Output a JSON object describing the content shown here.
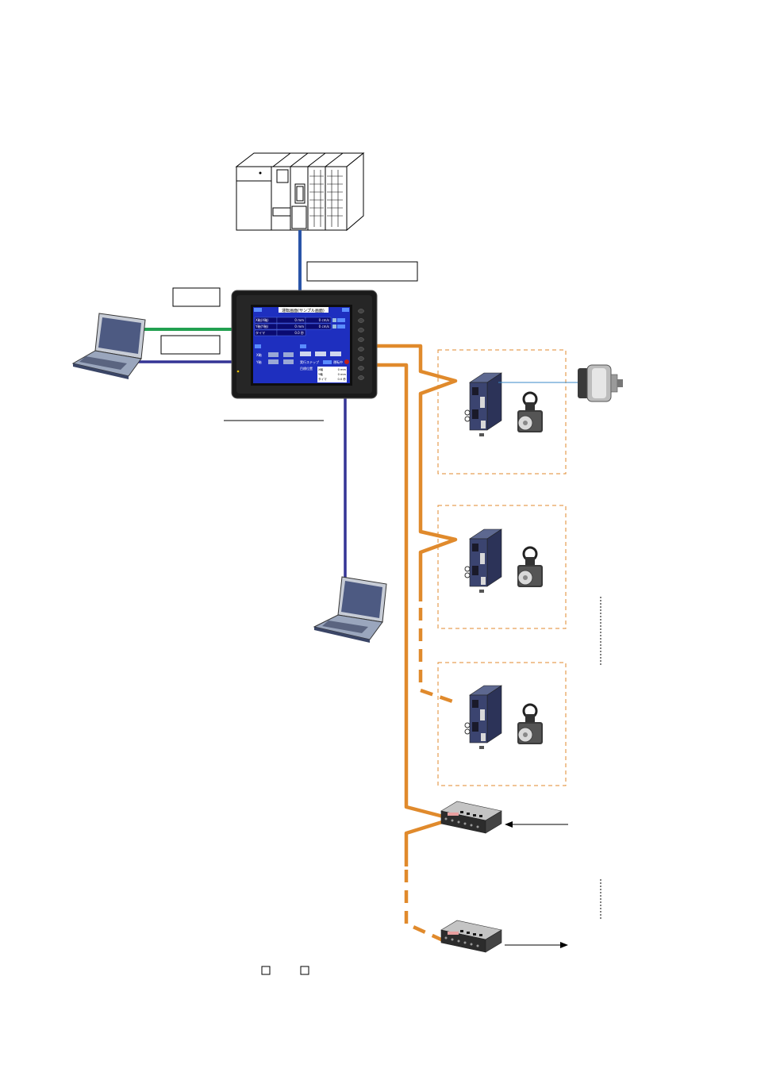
{
  "hmi_screen": {
    "title": "運転画面(サンプル画面)",
    "rows": [
      {
        "label": "X軸(X軸)",
        "pos": "0 mm",
        "speed": "0 cm/s"
      },
      {
        "label": "Y軸(Y軸)",
        "pos": "0 mm",
        "speed": "0 cm/s"
      },
      {
        "label": "タイマ",
        "pos": "0.0 秒",
        "speed": ""
      }
    ],
    "axis_x": "X軸",
    "axis_y": "Y軸",
    "step_label": "実行ステップ",
    "status": "運転中",
    "target_label": "目標位置",
    "target_rows": [
      {
        "label": "X軸",
        "value": "0 mm"
      },
      {
        "label": "Y軸",
        "value": "0 mm"
      },
      {
        "label": "タイマ",
        "value": "0.0 秒"
      }
    ]
  },
  "colors": {
    "ethernet": "#2a55a8",
    "usb": "#22a050",
    "serial": "#353595",
    "field_bus": "#e08a2c",
    "screen_bg": "#1e2fbf"
  },
  "icons": [
    "plc-icon",
    "laptop-icon",
    "hmi-panel-icon",
    "servo-amplifier-icon",
    "servo-motor-icon",
    "encoder-icon",
    "io-terminal-icon"
  ]
}
